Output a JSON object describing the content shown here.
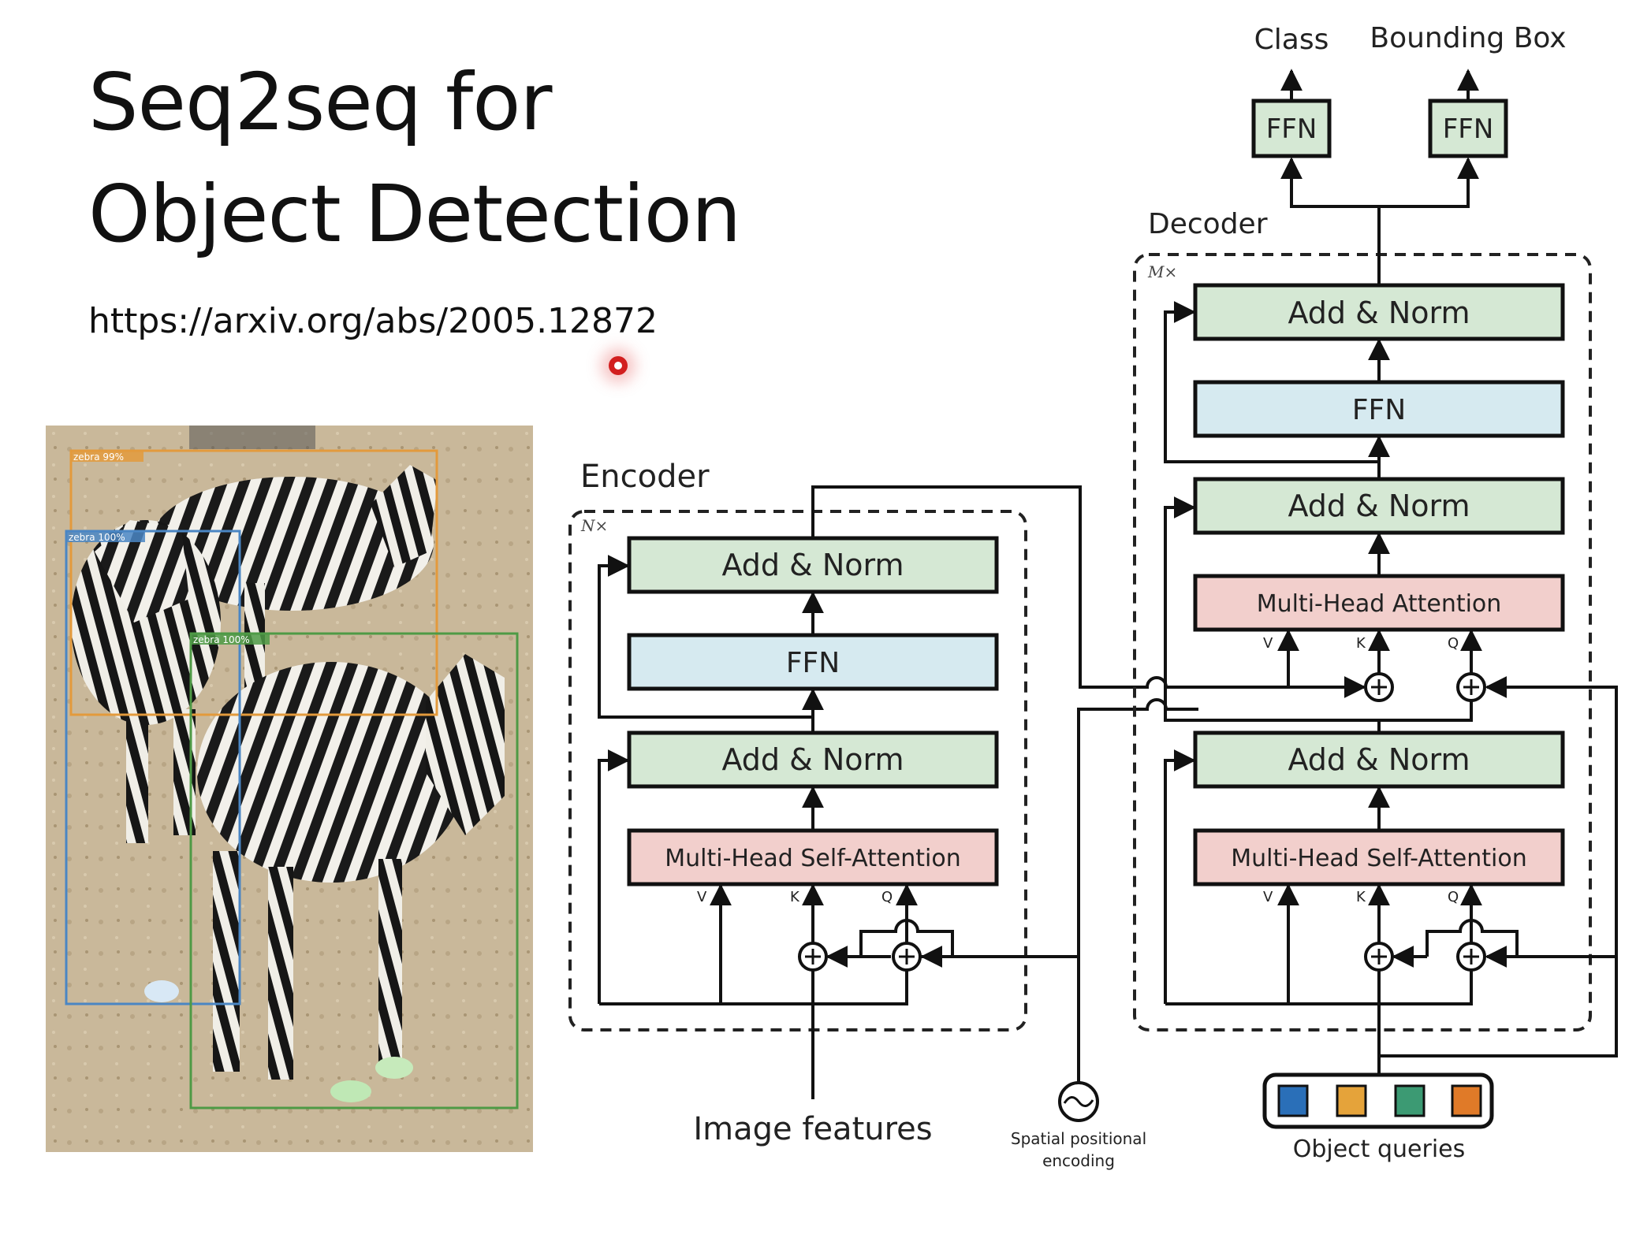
{
  "slide": {
    "title_line1": "Seq2seq for",
    "title_line2": "Object Detection",
    "url": "https://arxiv.org/abs/2005.12872"
  },
  "photo": {
    "labels": [
      "zebra 99%",
      "zebra 100%",
      "zebra 100%"
    ],
    "box_colors": [
      "#e39a3c",
      "#4a86c4",
      "#4e9a45"
    ]
  },
  "diagram": {
    "encoder": {
      "label": "Encoder",
      "repeat": "N×",
      "add_norm": "Add & Norm",
      "ffn": "FFN",
      "attention": "Multi-Head Self-Attention",
      "v": "V",
      "k": "K",
      "q": "Q"
    },
    "decoder": {
      "label": "Decoder",
      "repeat": "M×",
      "add_norm": "Add & Norm",
      "ffn": "FFN",
      "cross_attention": "Multi-Head Attention",
      "self_attention": "Multi-Head Self-Attention",
      "v": "V",
      "k": "K",
      "q": "Q"
    },
    "heads": {
      "ffn": "FFN",
      "class_label": "Class",
      "bbox_label": "Bounding Box"
    },
    "inputs": {
      "image_features": "Image features",
      "spatial_line1": "Spatial  positional",
      "spatial_line2": "encoding",
      "object_queries": "Object queries",
      "query_colors": [
        "#2a6fb8",
        "#e5a33a",
        "#3c9a73",
        "#e07a28"
      ]
    },
    "colors": {
      "green_block": "#d5e8d4",
      "blue_block": "#d6eaf0",
      "red_block": "#f2cfcc"
    }
  }
}
